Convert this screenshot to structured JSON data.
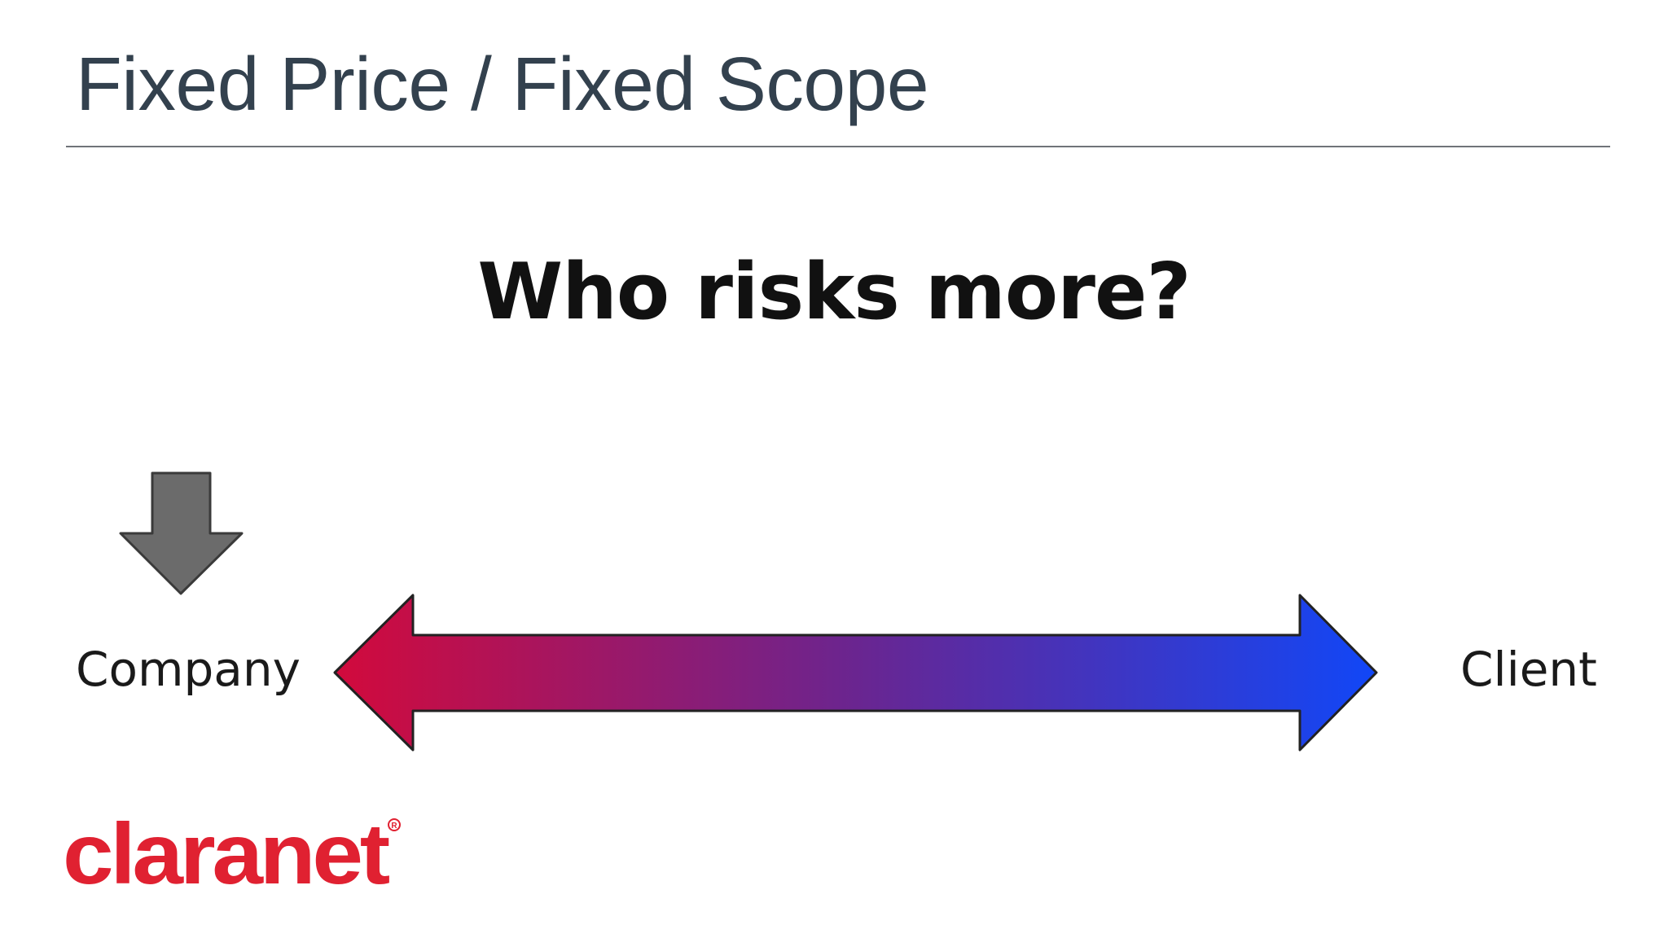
{
  "slide": {
    "title": "Fixed Price / Fixed Scope",
    "question": "Who risks more?"
  },
  "diagram": {
    "left_label": "Company",
    "right_label": "Client",
    "indicator": "arrow-down-icon",
    "colors": {
      "arrow_left": "#d20a3c",
      "arrow_middle": "#6a2590",
      "arrow_right": "#1147f7",
      "indicator_fill": "#6b6b6b",
      "title_text": "#33414e"
    }
  },
  "brand": {
    "logo_text": "claranet",
    "logo_color": "#e02131"
  }
}
